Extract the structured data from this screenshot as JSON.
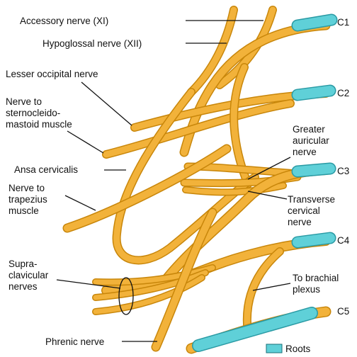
{
  "labels": {
    "accessory": "Accessory nerve (XI)",
    "hypoglossal": "Hypoglossal nerve (XII)",
    "lesser_occipital": "Lesser occipital nerve",
    "scm": [
      "Nerve to",
      "sternocleido-",
      "mastoid muscle"
    ],
    "greater_auricular": [
      "Greater",
      "auricular",
      "nerve"
    ],
    "ansa": "Ansa cervicalis",
    "transverse": [
      "Transverse",
      "cervical",
      "nerve"
    ],
    "trapezius": [
      "Nerve to",
      "trapezius",
      "muscle"
    ],
    "supraclavicular": [
      "Supra-",
      "clavicular",
      "nerves"
    ],
    "brachial": [
      "To brachial",
      "plexus"
    ],
    "phrenic": "Phrenic nerve"
  },
  "roots": [
    "C1",
    "C2",
    "C3",
    "C4",
    "C5"
  ],
  "legend": {
    "label": "Roots"
  },
  "colors": {
    "nerve": "#f2b23a",
    "nerve_edge": "#c8860a",
    "root": "#5fd0d8",
    "text": "#111111"
  }
}
